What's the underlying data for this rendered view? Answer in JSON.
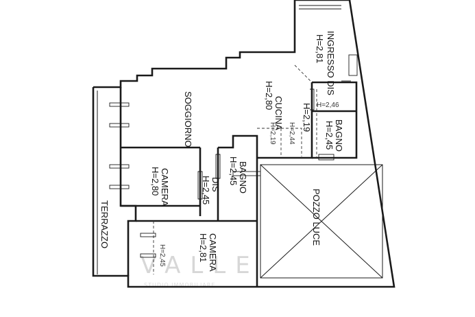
{
  "rooms": {
    "ingresso": {
      "name": "INGRESSO DIS",
      "height": "H=2,81"
    },
    "cucina": {
      "name": "CUCINA",
      "height": "H=2,80"
    },
    "soggiorno": {
      "name": "SOGGIORNO"
    },
    "disimpegno": {
      "height_a": "H=2,19",
      "height_b": "H=2,46"
    },
    "bagno_right": {
      "name": "BAGNO",
      "height": "H=2,45"
    },
    "bagno_center": {
      "name": "BAGNO",
      "height": "H=2,45"
    },
    "camera_upper": {
      "name": "CAMERA",
      "height": "H=2,80"
    },
    "dis": {
      "name": "DIS",
      "height": "H=2,45"
    },
    "camera_lower": {
      "name": "CAMERA",
      "height": "H=2,81"
    },
    "terrazzo": {
      "name": "TERRAZZO"
    },
    "pozzo_luce": {
      "name": "POZZO LUCE"
    },
    "small_heights": {
      "h219": "H=2,19",
      "h244": "H=2,44",
      "h245": "H=2,45"
    }
  },
  "watermark": {
    "logo": "VALLE",
    "tagline": "STUDIO IMMOBILIARE"
  },
  "colors": {
    "walls": "#1a1a1a",
    "background": "#ffffff",
    "watermark": "#d7d7d7"
  }
}
